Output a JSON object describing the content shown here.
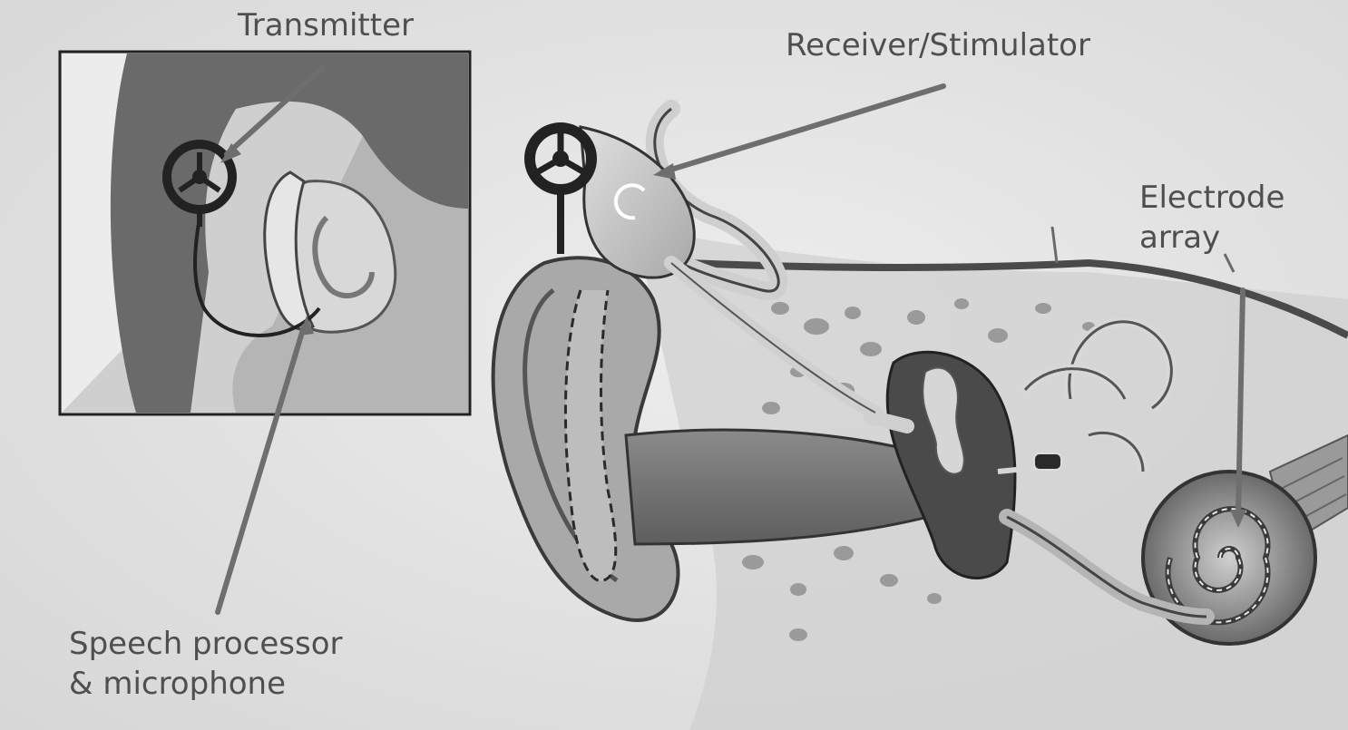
{
  "labels": {
    "transmitter": "Transmitter",
    "receiver_stimulator": "Receiver/Stimulator",
    "electrode_array": [
      "Electrode",
      "array"
    ],
    "speech_processor": [
      "Speech processor",
      "& microphone"
    ]
  },
  "colors": {
    "background": "#e4e4e4",
    "label_text": "#4f4f4f",
    "pointer_line": "#6e6e6e",
    "device_dark": "#2a2a2a",
    "skin": "#c8c8c8",
    "hair": "#6a6a6a"
  }
}
